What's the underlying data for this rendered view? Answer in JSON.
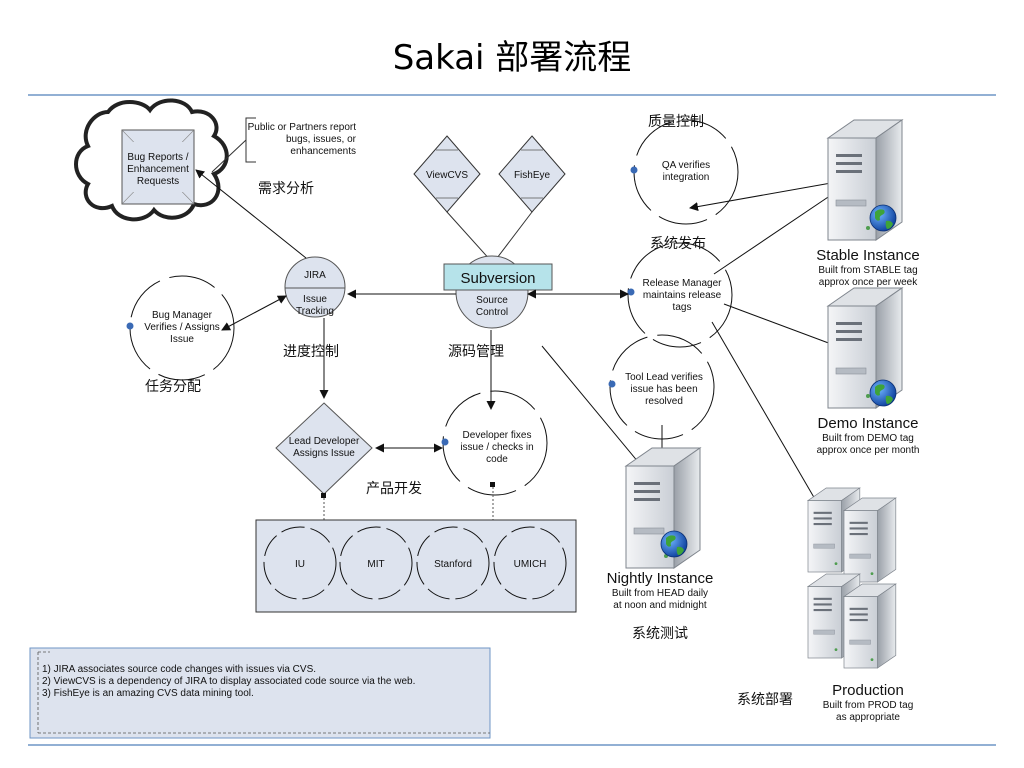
{
  "title": "Sakai 部署流程",
  "colors": {
    "rule": "#6f96c5",
    "node_fill": "#dde3ee",
    "node_stroke": "#7a7f8c",
    "badge_fill": "#b6e3ea",
    "dot": "#3a6ab5"
  },
  "cloud": {
    "lines": [
      "Bug Reports /",
      "Enhancement",
      "Requests"
    ]
  },
  "callout": {
    "lines": [
      "Public or Partners report",
      "bugs, issues, or",
      "enhancements"
    ]
  },
  "labels": {
    "requirements": "需求分析",
    "progress": "进度控制",
    "source": "源码管理",
    "task": "任务分配",
    "dev": "产品开发",
    "qa": "质量控制",
    "release": "系统发布",
    "testing": "系统测试",
    "deploy": "系统部署"
  },
  "nodes": {
    "viewcvs": "ViewCVS",
    "fisheye": "FishEye",
    "jira_top": "JIRA",
    "jira_bottom": [
      "Issue",
      "Tracking"
    ],
    "svn_badge": "Subversion",
    "svn_bottom": [
      "Source",
      "Control"
    ],
    "lead_dev": [
      "Lead Developer",
      "Assigns Issue"
    ],
    "bug_mgr": [
      "Bug Manager",
      "Verifies / Assigns",
      "Issue"
    ],
    "dev_fix": [
      "Developer fixes",
      "issue / checks in",
      "code"
    ],
    "qa": [
      "QA verifies",
      "integration"
    ],
    "release_mgr": [
      "Release Manager",
      "maintains release",
      "tags"
    ],
    "tool_lead": [
      "Tool Lead verifies",
      "issue has been",
      "resolved"
    ]
  },
  "schools": [
    "IU",
    "MIT",
    "Stanford",
    "UMICH"
  ],
  "servers": {
    "stable": {
      "name": "Stable Instance",
      "desc": [
        "Built from STABLE tag",
        "approx once per week"
      ]
    },
    "demo": {
      "name": "Demo Instance",
      "desc": [
        "Built from DEMO tag",
        "approx once per month"
      ]
    },
    "nightly": {
      "name": "Nightly Instance",
      "desc": [
        "Built from HEAD daily",
        "at noon and midnight"
      ]
    },
    "production": {
      "name": "Production",
      "desc": [
        "Built from PROD tag",
        "as appropriate"
      ]
    }
  },
  "notes": [
    "1) JIRA associates source code changes with issues via CVS.",
    "2) ViewCVS is a dependency of JIRA to display associated code source via the web.",
    "3) FishEye is an amazing CVS data mining tool."
  ]
}
